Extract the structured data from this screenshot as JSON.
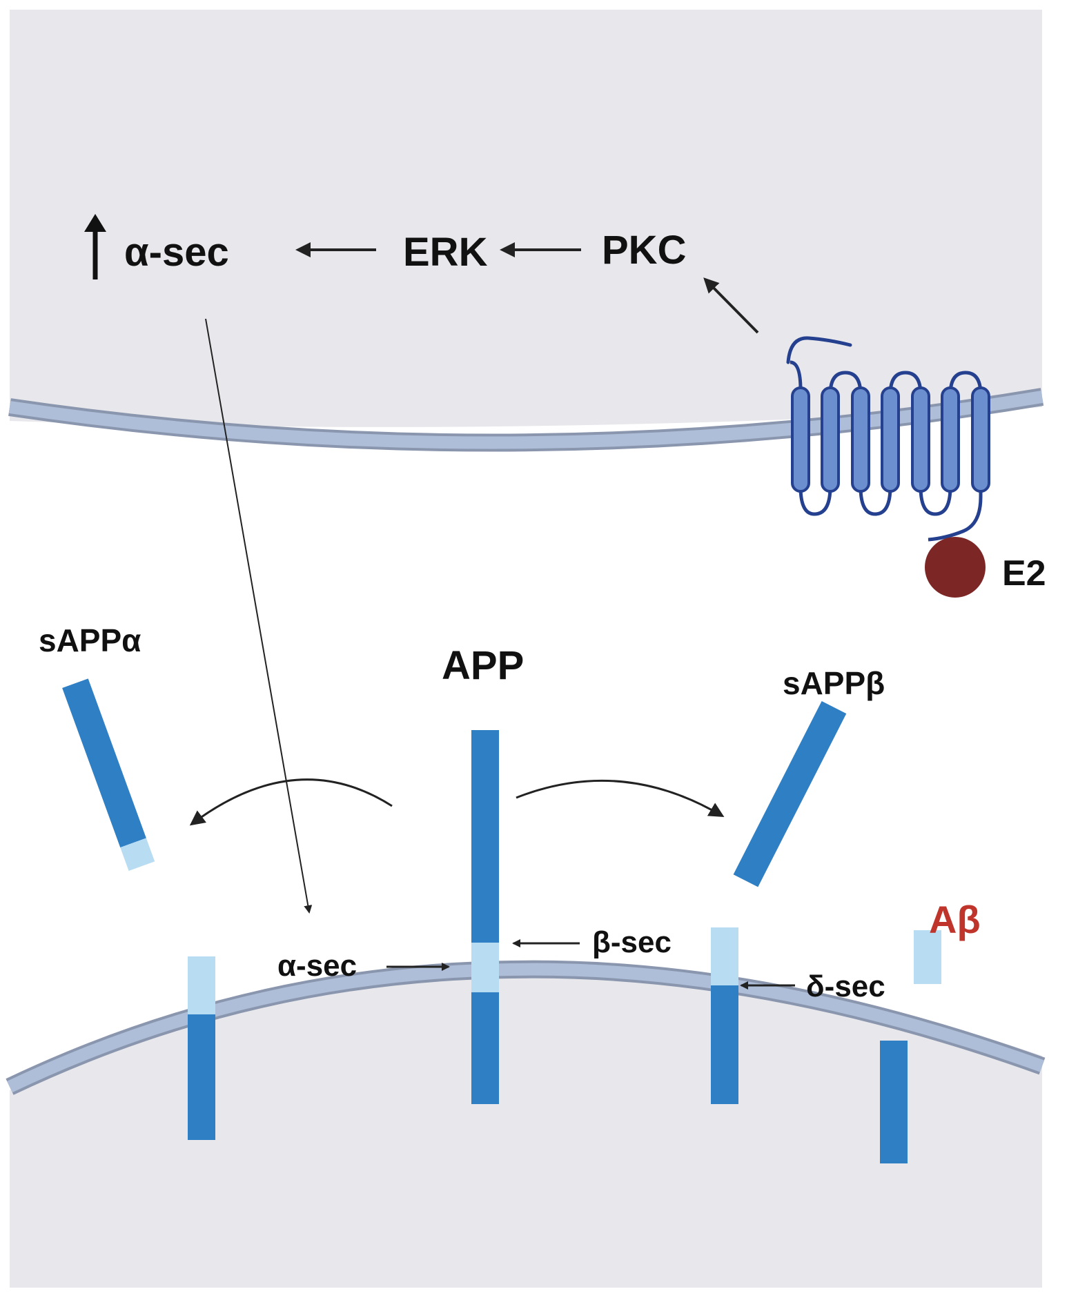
{
  "labels": {
    "up_arrow_target": "α-sec",
    "erk": "ERK",
    "pkc": "PKC",
    "e2": "E2",
    "sappa": "sAPPα",
    "app": "APP",
    "sappb": "sAPPβ",
    "abeta": "Aβ",
    "alpha_sec": "α-sec",
    "beta_sec": "β-sec",
    "delta_sec": "δ-sec"
  },
  "colors": {
    "background": "#e8e8ec",
    "cytoplasm": "#e9e9ed",
    "extracellular": "#ffffff",
    "membrane_fill": "#aebed8",
    "membrane_edge": "#8a96ae",
    "receptor_fill": "#6b8fcf",
    "receptor_line": "#24408e",
    "app_dark": "#2f7fc4",
    "app_light": "#b8dcf2",
    "e2_ball": "#7d2626",
    "abeta_text": "#c0352b",
    "text": "#111111",
    "arrow": "#222222"
  },
  "icons": {
    "up_arrow": "up-arrow-icon",
    "receptor": "seven-transmembrane-receptor-icon",
    "ligand": "e2-ligand-icon"
  }
}
